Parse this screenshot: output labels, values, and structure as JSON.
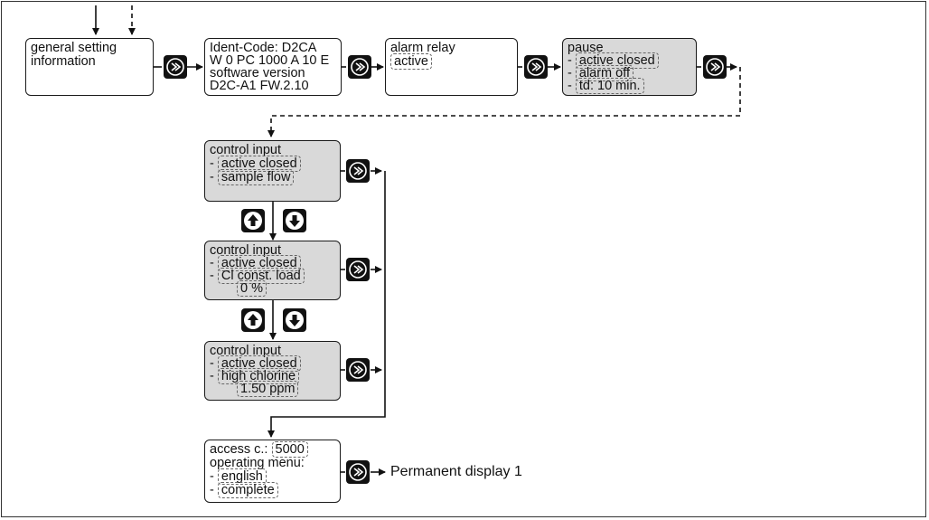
{
  "boxes": {
    "general": {
      "lines": [
        "general setting",
        "information"
      ]
    },
    "ident": {
      "lines": [
        "Ident-Code: D2CA",
        "W 0 PC 1000 A 10 E",
        "software version",
        "D2C-A1 FW.2.10"
      ]
    },
    "alarm": {
      "title": "alarm relay",
      "value": "active"
    },
    "pause": {
      "title": "pause",
      "v1": "active closed",
      "v2": "alarm off",
      "v3": "td: 10 min."
    },
    "control1": {
      "title": "control input",
      "v1": "active closed",
      "v2": "sample flow"
    },
    "control2": {
      "title": "control input",
      "v1": "active closed",
      "v2": "Cl const. load",
      "v3": "0 %"
    },
    "control3": {
      "title": "control input",
      "v1": "active closed",
      "v2": "high chlorine",
      "v3": "1.50 ppm"
    },
    "access": {
      "label": "access c.:",
      "code": "5000",
      "menu": "operating menu:",
      "lang": "english",
      "mode": "complete"
    }
  },
  "dash": "-",
  "output_label": "Permanent display 1",
  "icons": {
    "enter": "enter-key-icon",
    "up": "up-arrow-key-icon",
    "down": "down-arrow-key-icon"
  }
}
